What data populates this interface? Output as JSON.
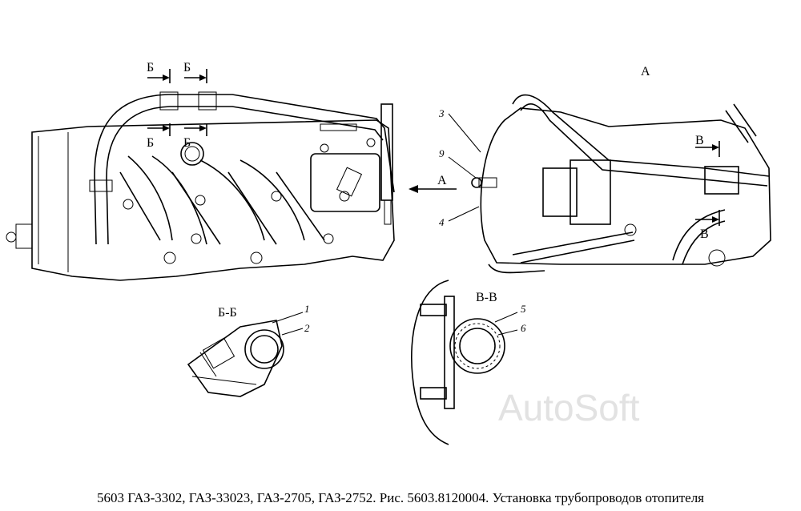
{
  "caption": "5603 ГАЗ-3302, ГАЗ-33023, ГАЗ-2705, ГАЗ-2752. Рис. 5603.8120004. Установка трубопроводов отопителя",
  "watermark": "AutoSoft",
  "views": {
    "main_section_marks": [
      "Б",
      "Б",
      "Б",
      "Б"
    ],
    "view_a_arrow_label": "А",
    "side_view_title": "А",
    "side_section_marks": [
      "В",
      "В"
    ],
    "section_bb_title": "Б-Б",
    "section_vv_title": "В-В"
  },
  "callouts": {
    "side_view": [
      "3",
      "9",
      "4"
    ],
    "section_bb": [
      "1",
      "2"
    ],
    "section_vv": [
      "5",
      "6"
    ]
  }
}
